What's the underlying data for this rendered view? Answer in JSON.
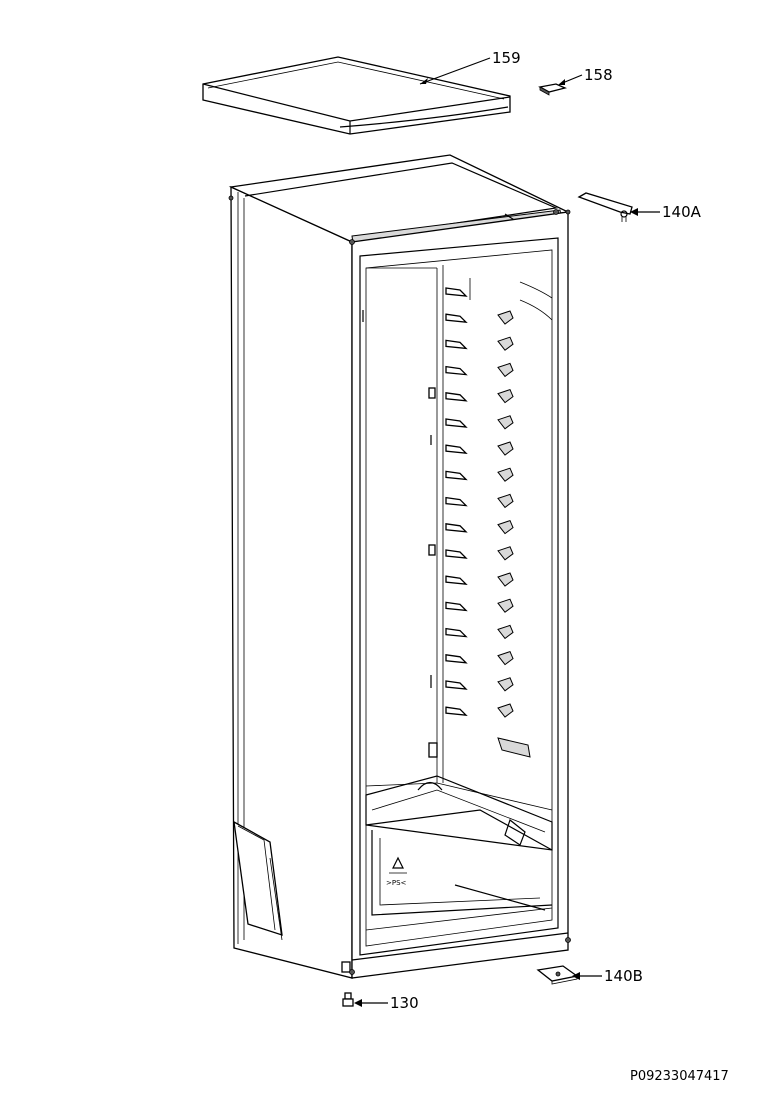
{
  "callouts": {
    "lid": "159",
    "clip": "158",
    "hinge_top": "140A",
    "hinge_bottom": "140B",
    "foot": "130"
  },
  "reference": "P09233047417",
  "recycle_mark": ">PS<"
}
